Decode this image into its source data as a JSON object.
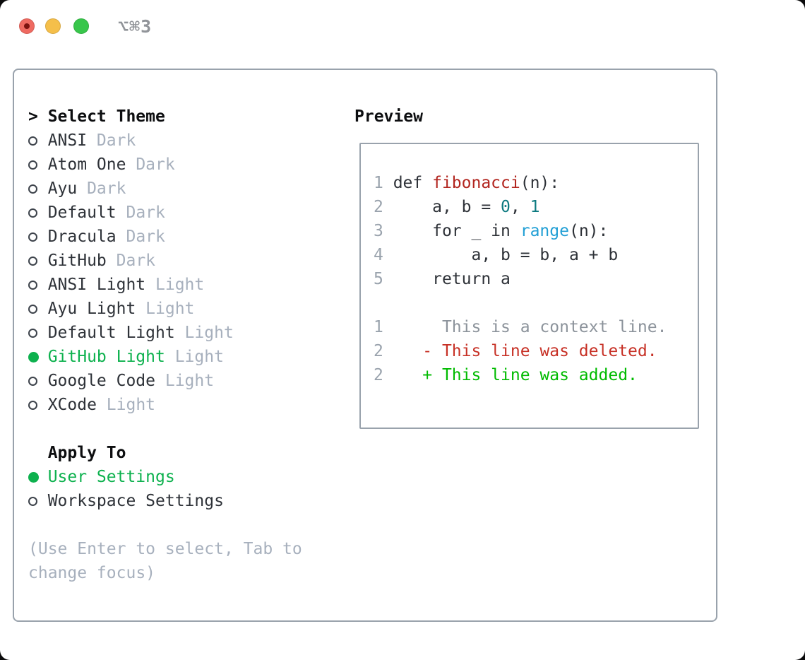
{
  "window": {
    "shortcut_label": "⌥⌘3",
    "controls": [
      "close-button",
      "minimize-button",
      "zoom-button"
    ]
  },
  "colors": {
    "accent_green": "#0db14e",
    "added_green": "#00bb00",
    "deleted_red": "#c73126",
    "function_red": "#b2251f",
    "number_teal": "#0c7a80",
    "builtin_blue": "#219fd5",
    "text_dark": "#2e3238",
    "muted_gray": "#a7b0bd",
    "border_gray": "#99a2ac"
  },
  "theme_picker": {
    "header_marker": ">",
    "header": "Select Theme",
    "items": [
      {
        "name": "ANSI",
        "variant": "Dark",
        "selected": false
      },
      {
        "name": "Atom One",
        "variant": "Dark",
        "selected": false
      },
      {
        "name": "Ayu",
        "variant": "Dark",
        "selected": false
      },
      {
        "name": "Default",
        "variant": "Dark",
        "selected": false
      },
      {
        "name": "Dracula",
        "variant": "Dark",
        "selected": false
      },
      {
        "name": "GitHub",
        "variant": "Dark",
        "selected": false
      },
      {
        "name": "ANSI Light",
        "variant": "Light",
        "selected": false
      },
      {
        "name": "Ayu Light",
        "variant": "Light",
        "selected": false
      },
      {
        "name": "Default Light",
        "variant": "Light",
        "selected": false
      },
      {
        "name": "GitHub Light",
        "variant": "Light",
        "selected": true
      },
      {
        "name": "Google Code",
        "variant": "Light",
        "selected": false
      },
      {
        "name": "XCode",
        "variant": "Light",
        "selected": false
      }
    ],
    "apply_to": {
      "header": "Apply To",
      "options": [
        {
          "label": "User Settings",
          "selected": true
        },
        {
          "label": "Workspace Settings",
          "selected": false
        }
      ]
    },
    "hint_lines": [
      "(Use Enter to select, Tab to",
      "change focus)"
    ]
  },
  "preview": {
    "header": "Preview",
    "lines": [
      {
        "name": "code-line-1",
        "segments": [
          {
            "t": "1 ",
            "c": "ln"
          },
          {
            "t": "def ",
            "c": "code"
          },
          {
            "t": "fibonacci",
            "c": "fn"
          },
          {
            "t": "(n):",
            "c": "code"
          }
        ]
      },
      {
        "name": "code-line-2",
        "segments": [
          {
            "t": "2 ",
            "c": "ln"
          },
          {
            "t": "    a, b = ",
            "c": "code"
          },
          {
            "t": "0",
            "c": "num"
          },
          {
            "t": ", ",
            "c": "code"
          },
          {
            "t": "1",
            "c": "num"
          }
        ]
      },
      {
        "name": "code-line-3",
        "segments": [
          {
            "t": "3 ",
            "c": "ln"
          },
          {
            "t": "    for _ in ",
            "c": "code"
          },
          {
            "t": "range",
            "c": "bi"
          },
          {
            "t": "(n):",
            "c": "code"
          }
        ]
      },
      {
        "name": "code-line-4",
        "segments": [
          {
            "t": "4 ",
            "c": "ln"
          },
          {
            "t": "        a, b = b, a + b",
            "c": "code"
          }
        ]
      },
      {
        "name": "code-line-5",
        "segments": [
          {
            "t": "5 ",
            "c": "ln"
          },
          {
            "t": "    return a",
            "c": "code"
          }
        ]
      },
      {
        "name": "blank-line",
        "segments": []
      },
      {
        "name": "diff-context-line",
        "segments": [
          {
            "t": "1 ",
            "c": "ln"
          },
          {
            "t": "     This is a context line.",
            "c": "ctx"
          }
        ]
      },
      {
        "name": "diff-deleted-line",
        "segments": [
          {
            "t": "2 ",
            "c": "ln"
          },
          {
            "t": "   - This line was deleted.",
            "c": "del"
          }
        ]
      },
      {
        "name": "diff-added-line",
        "segments": [
          {
            "t": "2 ",
            "c": "ln"
          },
          {
            "t": "   + This line was added.",
            "c": "add"
          }
        ]
      }
    ]
  }
}
